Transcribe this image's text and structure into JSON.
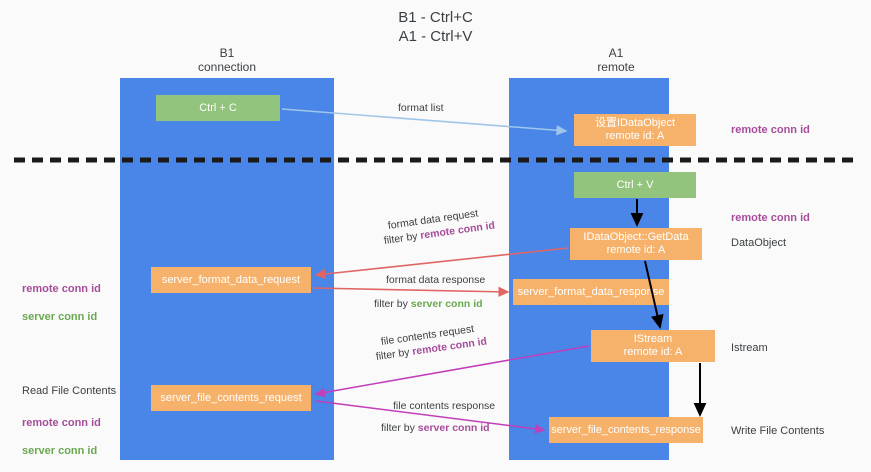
{
  "title": "B1 - Ctrl+C\nA1 - Ctrl+V",
  "lanes": [
    {
      "name": "left",
      "label": "B1\nconnection"
    },
    {
      "name": "right",
      "label": "A1\nremote"
    }
  ],
  "nodes": {
    "ctrl_c": "Ctrl + C",
    "ctrl_v": "Ctrl + V",
    "set_idataobject": "设置IDataObject\nremote id: A",
    "idataobject_getdata": "IDataObject::GetData\nremote id: A",
    "istream": "IStream\nremote id: A",
    "server_format_data_request": "server_format_data_request",
    "server_format_data_response": "server_format_data_response",
    "server_file_contents_request": "server_file_contents_request",
    "server_file_contents_response": "server_file_contents_response"
  },
  "edge_labels": {
    "format_list": "format list",
    "format_data_request": "format data request",
    "format_data_request_filter_prefix": "filter by ",
    "format_data_request_filter_key": "remote conn id",
    "format_data_response": "format data response",
    "format_data_response_filter_prefix": "filter by ",
    "format_data_response_filter_key": "server conn id",
    "file_contents_request": "file contents request",
    "file_contents_request_filter_prefix": "filter by ",
    "file_contents_request_filter_key": "remote conn id",
    "file_contents_response": "file contents response",
    "file_contents_response_filter_prefix": "filter by ",
    "file_contents_response_filter_key": "server conn id"
  },
  "annotations": {
    "right_remote_conn_id_top": "remote conn id",
    "right_remote_conn_id_mid": "remote conn id",
    "right_dataobject": "DataObject",
    "right_istream": "Istream",
    "right_write_file_contents": "Write File Contents",
    "left_conn_ids_mid_1": "remote conn id",
    "left_conn_ids_mid_2": "server conn id",
    "left_read_file_contents": "Read File Contents",
    "left_conn_ids_bottom_1": "remote conn id",
    "left_conn_ids_bottom_2": "server conn id"
  },
  "colors": {
    "lane": "#4a86e8",
    "green_node": "#93c47d",
    "orange_node": "#f6b26b",
    "purple_text": "#a64d9a",
    "green_text": "#6aa84f",
    "blue_arrow": "#9fc5e8",
    "red_arrow": "#e06666",
    "magenta_arrow": "#c23ebb",
    "black_arrow": "#000000",
    "divider": "#1a1a1a",
    "background": "#fafafa"
  }
}
